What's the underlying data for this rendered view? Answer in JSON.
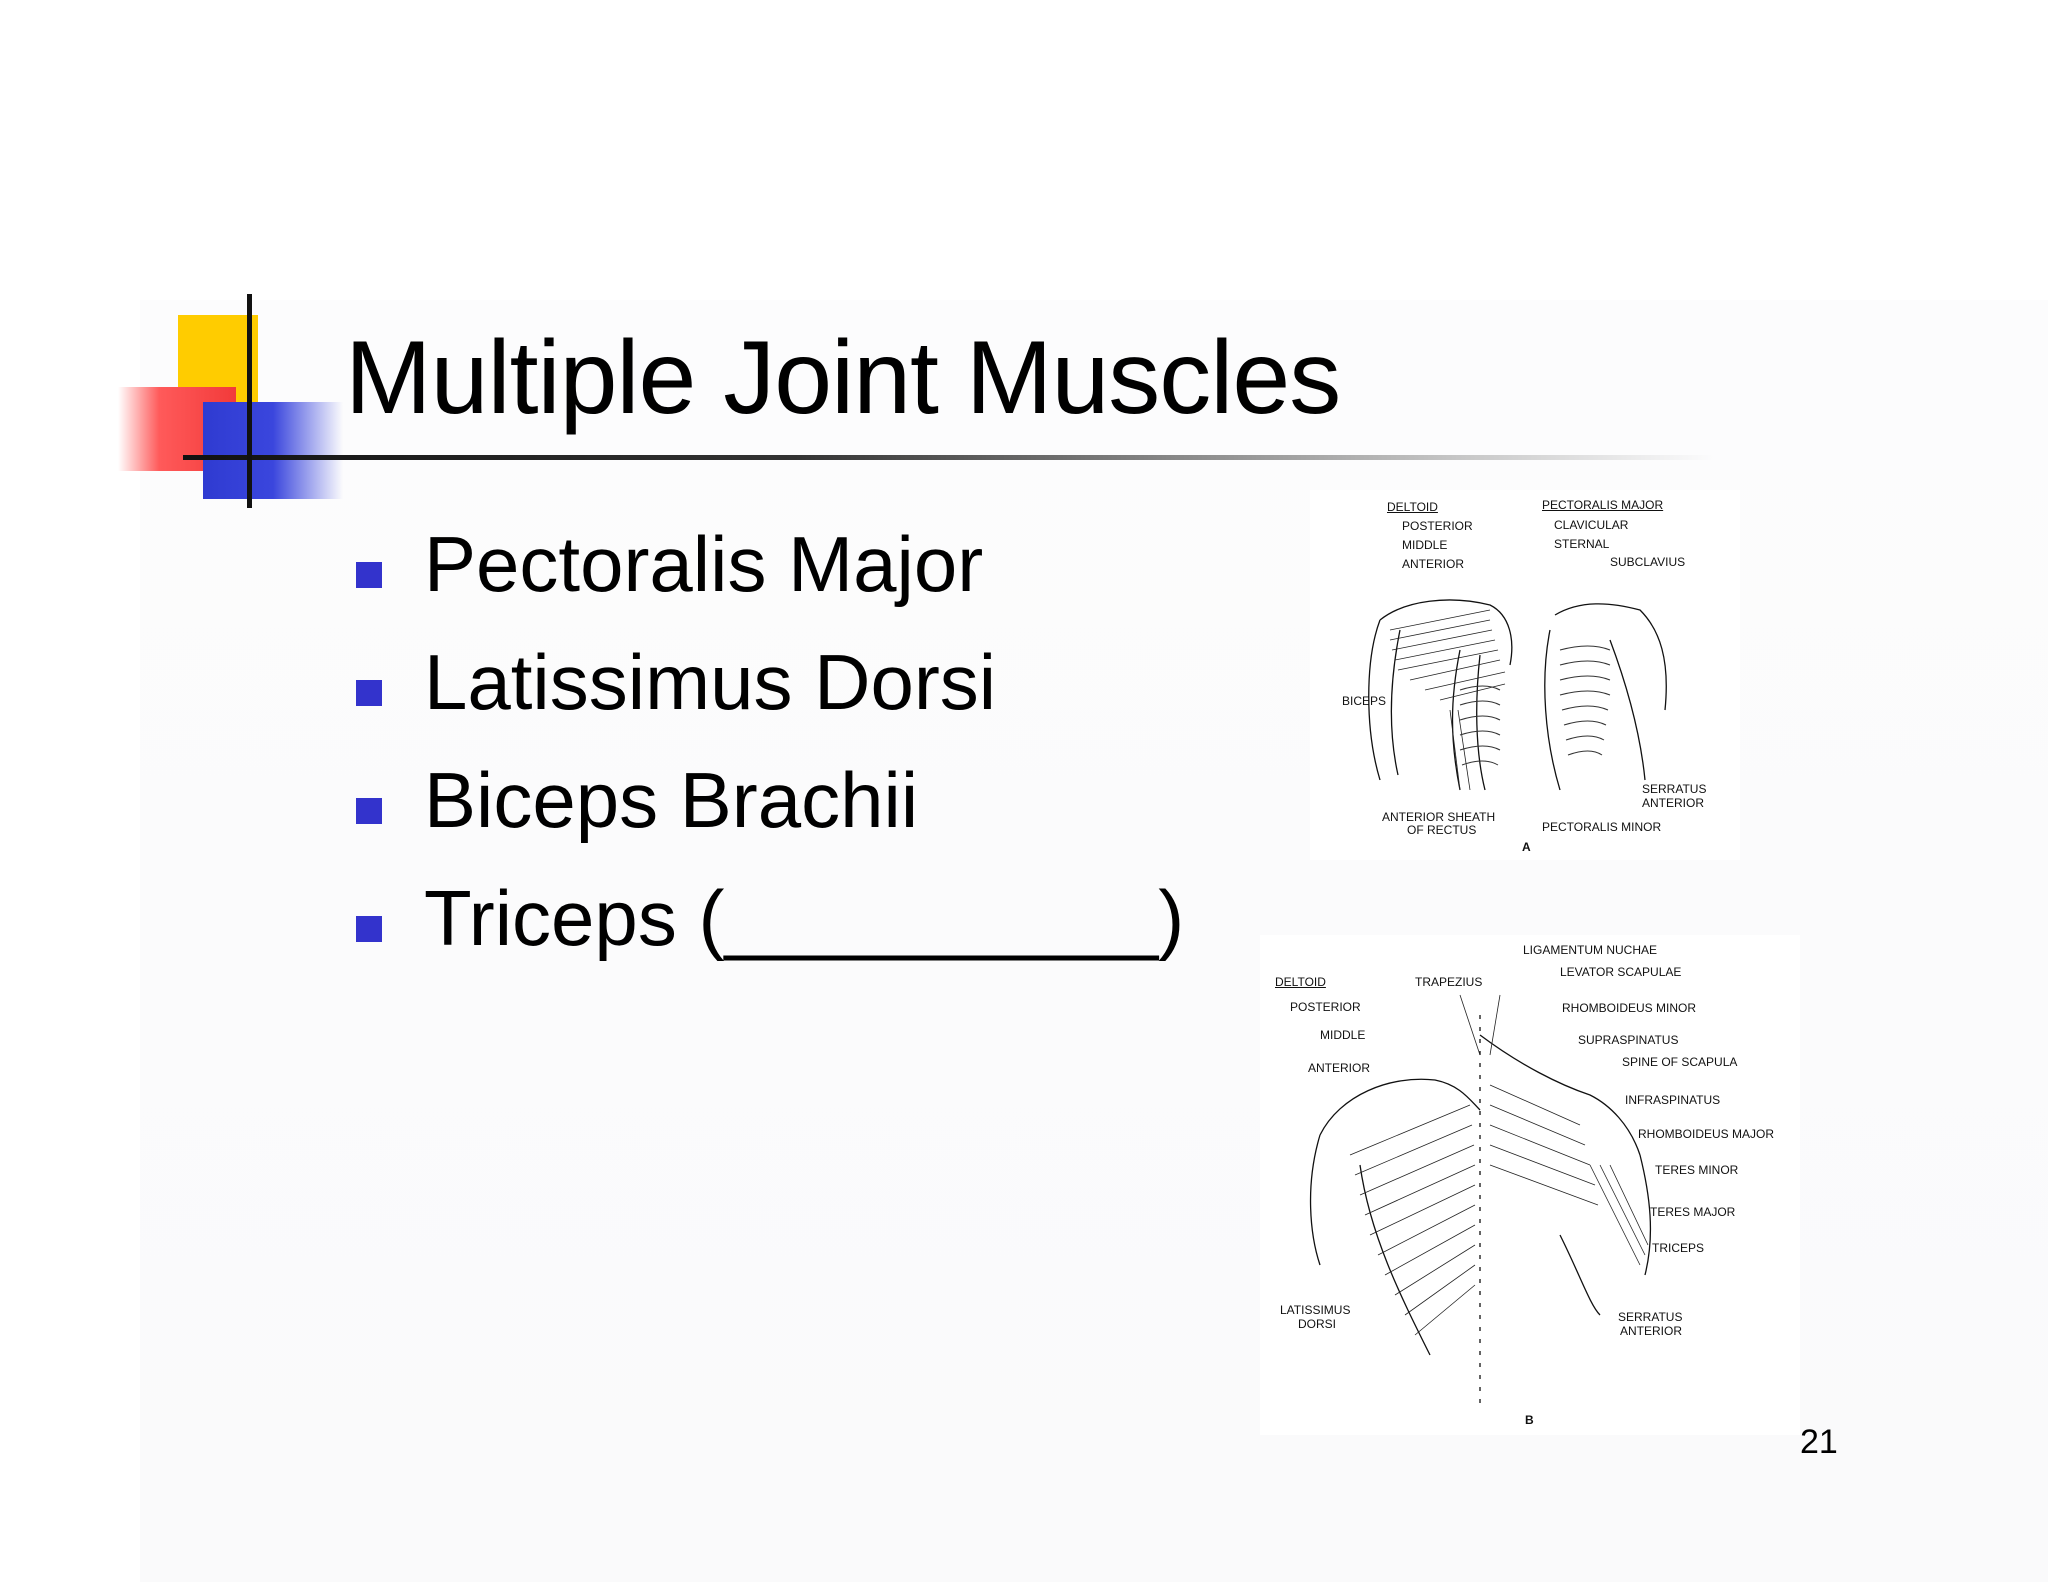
{
  "slide": {
    "title": "Multiple Joint Muscles",
    "bullets": [
      {
        "label": "Pectoralis Major"
      },
      {
        "label": "Latissimus Dorsi"
      },
      {
        "label": "Biceps Brachii"
      },
      {
        "label": "Triceps (__________)"
      }
    ],
    "page_number": "21"
  },
  "figure_a": {
    "labels": {
      "deltoid": "DELTOID",
      "posterior": "POSTERIOR",
      "middle": "MIDDLE",
      "anterior": "ANTERIOR",
      "pectoralis_major": "PECTORALIS MAJOR",
      "clavicular": "CLAVICULAR",
      "sternal": "STERNAL",
      "subclavius": "SUBCLAVIUS",
      "biceps": "BICEPS",
      "serratus_anterior": "SERRATUS ANTERIOR",
      "anterior_sheath": "ANTERIOR SHEATH",
      "of_rectus": "OF RECTUS",
      "pectoralis_minor": "PECTORALIS MINOR",
      "panel": "A"
    }
  },
  "figure_b": {
    "labels": {
      "ligamentum_nuchae": "LIGAMENTUM NUCHAE",
      "levator_scapulae": "LEVATOR SCAPULAE",
      "deltoid": "DELTOID",
      "trapezius": "TRAPEZIUS",
      "posterior": "POSTERIOR",
      "rhomboideus_minor": "RHOMBOIDEUS MINOR",
      "middle": "MIDDLE",
      "supraspinatus": "SUPRASPINATUS",
      "spine_of_scapula": "SPINE OF SCAPULA",
      "anterior": "ANTERIOR",
      "infraspinatus": "INFRASPINATUS",
      "rhomboideus_major": "RHOMBOIDEUS MAJOR",
      "teres_minor": "TERES MINOR",
      "teres_major": "TERES MAJOR",
      "triceps": "TRICEPS",
      "latissimus": "LATISSIMUS",
      "dorsi": "DORSI",
      "serratus": "SERRATUS",
      "serratus_anterior_2": "ANTERIOR",
      "panel": "B"
    }
  },
  "colors": {
    "bullet": "#3333cc",
    "accent_yellow": "#ffcc00",
    "accent_red": "#f23a3a",
    "accent_blue": "#2f3bd1"
  },
  "icons": {
    "bullet": "blue-square-bullet"
  }
}
